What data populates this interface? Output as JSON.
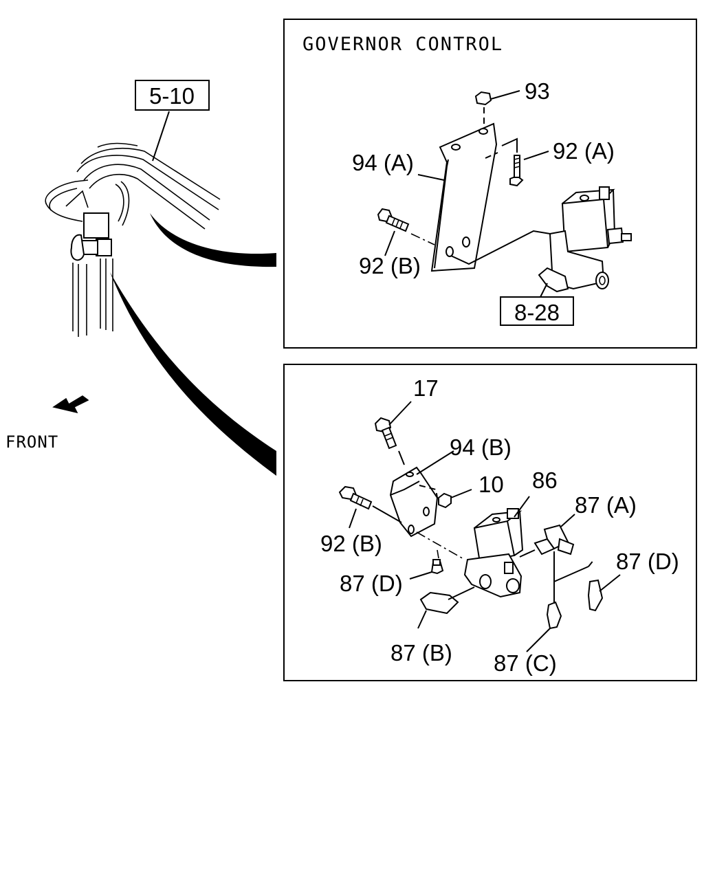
{
  "diagram": {
    "front_label": "FRONT",
    "ref_5_10": "5-10",
    "upper_panel": {
      "title": "GOVERNOR CONTROL",
      "labels": {
        "p93": "93",
        "p92a": "92 (A)",
        "p94a": "94 (A)",
        "p92b": "92 (B)",
        "ref_8_28": "8-28"
      }
    },
    "lower_panel": {
      "labels": {
        "p17": "17",
        "p94b": "94 (B)",
        "p10": "10",
        "p86": "86",
        "p87a": "87 (A)",
        "p92b": "92 (B)",
        "p87d_right": "87 (D)",
        "p87d_left": "87 (D)",
        "p87b": "87 (B)",
        "p87c": "87 (C)"
      }
    }
  }
}
